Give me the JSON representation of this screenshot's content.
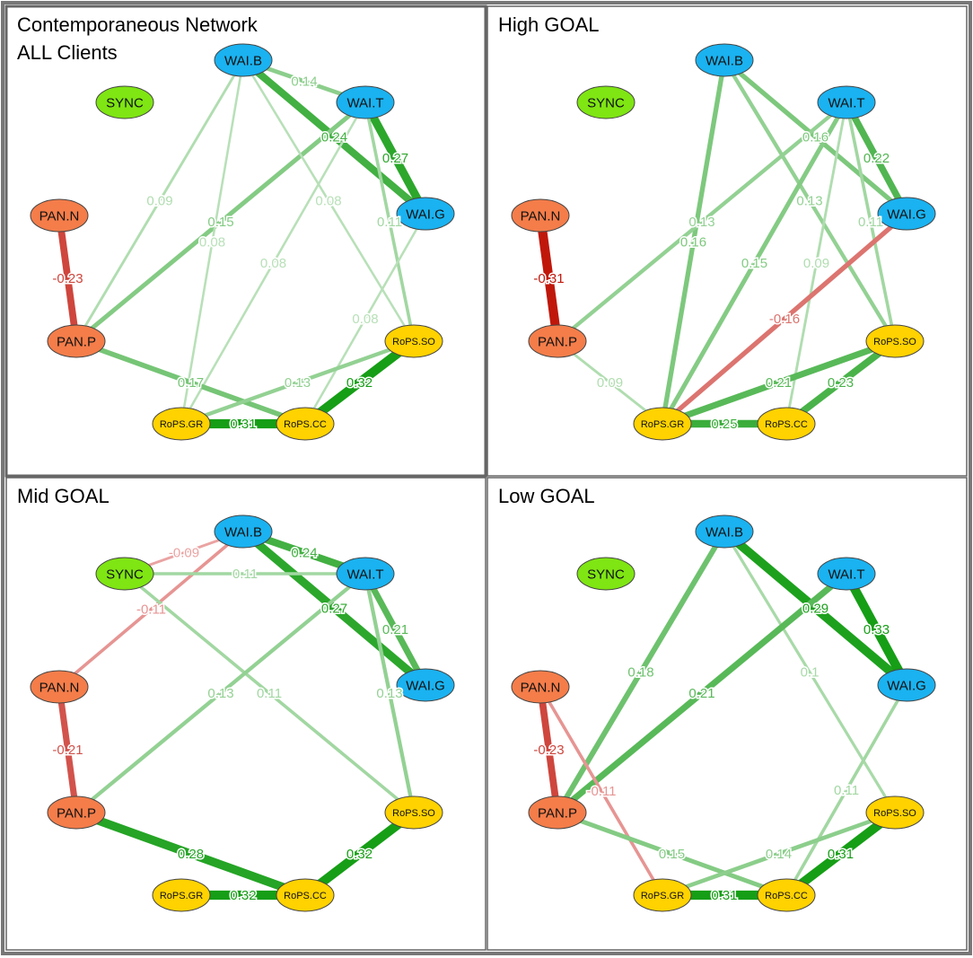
{
  "figure": {
    "colors": {
      "blue": "#1ab2f0",
      "green": "#7fe513",
      "orange": "#f47d4a",
      "yellow": "#ffd200",
      "pos_strong": "#169e16",
      "pos_weak": "#bfe3bf",
      "neg_strong": "#c0170b",
      "neg_weak": "#eeb0b0"
    },
    "panels": [
      {
        "id": "all",
        "title_lines": [
          "Contemporaneous Network",
          "ALL Clients"
        ],
        "edges": [
          {
            "from": "WAI.B",
            "to": "WAI.T",
            "label": "0.14"
          },
          {
            "from": "WAI.B",
            "to": "WAI.G",
            "label": "0.24"
          },
          {
            "from": "WAI.T",
            "to": "WAI.G",
            "label": "0.27"
          },
          {
            "from": "WAI.B",
            "to": "PAN.P",
            "label": "0.09"
          },
          {
            "from": "WAI.T",
            "to": "PAN.P",
            "label": "0.15"
          },
          {
            "from": "WAI.B",
            "to": "RoPS.GR",
            "label": "0.08"
          },
          {
            "from": "WAI.B",
            "to": "RoPS.SO",
            "label": "0.08"
          },
          {
            "from": "WAI.T",
            "to": "RoPS.GR",
            "label": "0.08"
          },
          {
            "from": "WAI.T",
            "to": "RoPS.SO",
            "label": "0.11"
          },
          {
            "from": "WAI.G",
            "to": "RoPS.CC",
            "label": "0.08"
          },
          {
            "from": "PAN.N",
            "to": "PAN.P",
            "label": "-0.23"
          },
          {
            "from": "PAN.P",
            "to": "RoPS.CC",
            "label": "0.17"
          },
          {
            "from": "RoPS.GR",
            "to": "RoPS.SO",
            "label": "0.13"
          },
          {
            "from": "RoPS.SO",
            "to": "RoPS.CC",
            "label": "0.32"
          },
          {
            "from": "RoPS.GR",
            "to": "RoPS.CC",
            "label": "0.31"
          }
        ]
      },
      {
        "id": "high",
        "title_lines": [
          "High GOAL"
        ],
        "edges": [
          {
            "from": "WAI.B",
            "to": "WAI.G",
            "label": "0.16"
          },
          {
            "from": "WAI.B",
            "to": "RoPS.GR",
            "label": "0.16"
          },
          {
            "from": "WAI.B",
            "to": "RoPS.SO",
            "label": "0.13"
          },
          {
            "from": "WAI.T",
            "to": "WAI.G",
            "label": "0.22"
          },
          {
            "from": "WAI.T",
            "to": "PAN.P",
            "label": "0.13"
          },
          {
            "from": "WAI.T",
            "to": "RoPS.GR",
            "label": "0.15"
          },
          {
            "from": "WAI.T",
            "to": "RoPS.SO",
            "label": "0.11"
          },
          {
            "from": "WAI.T",
            "to": "RoPS.CC",
            "label": "0.09"
          },
          {
            "from": "WAI.G",
            "to": "RoPS.GR",
            "label": "-0.16"
          },
          {
            "from": "PAN.N",
            "to": "PAN.P",
            "label": "-0.31"
          },
          {
            "from": "PAN.P",
            "to": "RoPS.GR",
            "label": "0.09"
          },
          {
            "from": "RoPS.GR",
            "to": "RoPS.SO",
            "label": "0.21"
          },
          {
            "from": "RoPS.SO",
            "to": "RoPS.CC",
            "label": "0.23"
          },
          {
            "from": "RoPS.GR",
            "to": "RoPS.CC",
            "label": "0.25"
          }
        ]
      },
      {
        "id": "mid",
        "title_lines": [
          "Mid GOAL"
        ],
        "edges": [
          {
            "from": "WAI.B",
            "to": "SYNC",
            "label": "-0.09"
          },
          {
            "from": "WAI.B",
            "to": "WAI.T",
            "label": "0.24"
          },
          {
            "from": "WAI.B",
            "to": "WAI.G",
            "label": "0.27"
          },
          {
            "from": "WAI.B",
            "to": "PAN.N",
            "label": "-0.11"
          },
          {
            "from": "SYNC",
            "to": "WAI.T",
            "label": "0.11"
          },
          {
            "from": "SYNC",
            "to": "RoPS.SO",
            "label": "0.11"
          },
          {
            "from": "WAI.T",
            "to": "WAI.G",
            "label": "0.21"
          },
          {
            "from": "WAI.T",
            "to": "PAN.P",
            "label": "0.13"
          },
          {
            "from": "WAI.T",
            "to": "RoPS.SO",
            "label": "0.13"
          },
          {
            "from": "PAN.N",
            "to": "PAN.P",
            "label": "-0.21"
          },
          {
            "from": "PAN.P",
            "to": "RoPS.CC",
            "label": "0.28"
          },
          {
            "from": "RoPS.SO",
            "to": "RoPS.CC",
            "label": "0.32"
          },
          {
            "from": "RoPS.GR",
            "to": "RoPS.CC",
            "label": "0.32"
          }
        ]
      },
      {
        "id": "low",
        "title_lines": [
          "Low GOAL"
        ],
        "edges": [
          {
            "from": "WAI.B",
            "to": "PAN.P",
            "label": "0.18"
          },
          {
            "from": "WAI.B",
            "to": "WAI.G",
            "label": "0.29"
          },
          {
            "from": "WAI.B",
            "to": "RoPS.SO",
            "label": "0.1"
          },
          {
            "from": "WAI.T",
            "to": "WAI.G",
            "label": "0.33"
          },
          {
            "from": "WAI.T",
            "to": "PAN.P",
            "label": "0.21"
          },
          {
            "from": "WAI.G",
            "to": "RoPS.CC",
            "label": "0.11"
          },
          {
            "from": "PAN.N",
            "to": "PAN.P",
            "label": "-0.23"
          },
          {
            "from": "PAN.N",
            "to": "RoPS.GR",
            "label": "-0.11"
          },
          {
            "from": "PAN.P",
            "to": "RoPS.CC",
            "label": "0.15"
          },
          {
            "from": "RoPS.GR",
            "to": "RoPS.SO",
            "label": "0.14"
          },
          {
            "from": "RoPS.SO",
            "to": "RoPS.CC",
            "label": "0.31"
          },
          {
            "from": "RoPS.GR",
            "to": "RoPS.CC",
            "label": "0.31"
          }
        ]
      }
    ]
  }
}
